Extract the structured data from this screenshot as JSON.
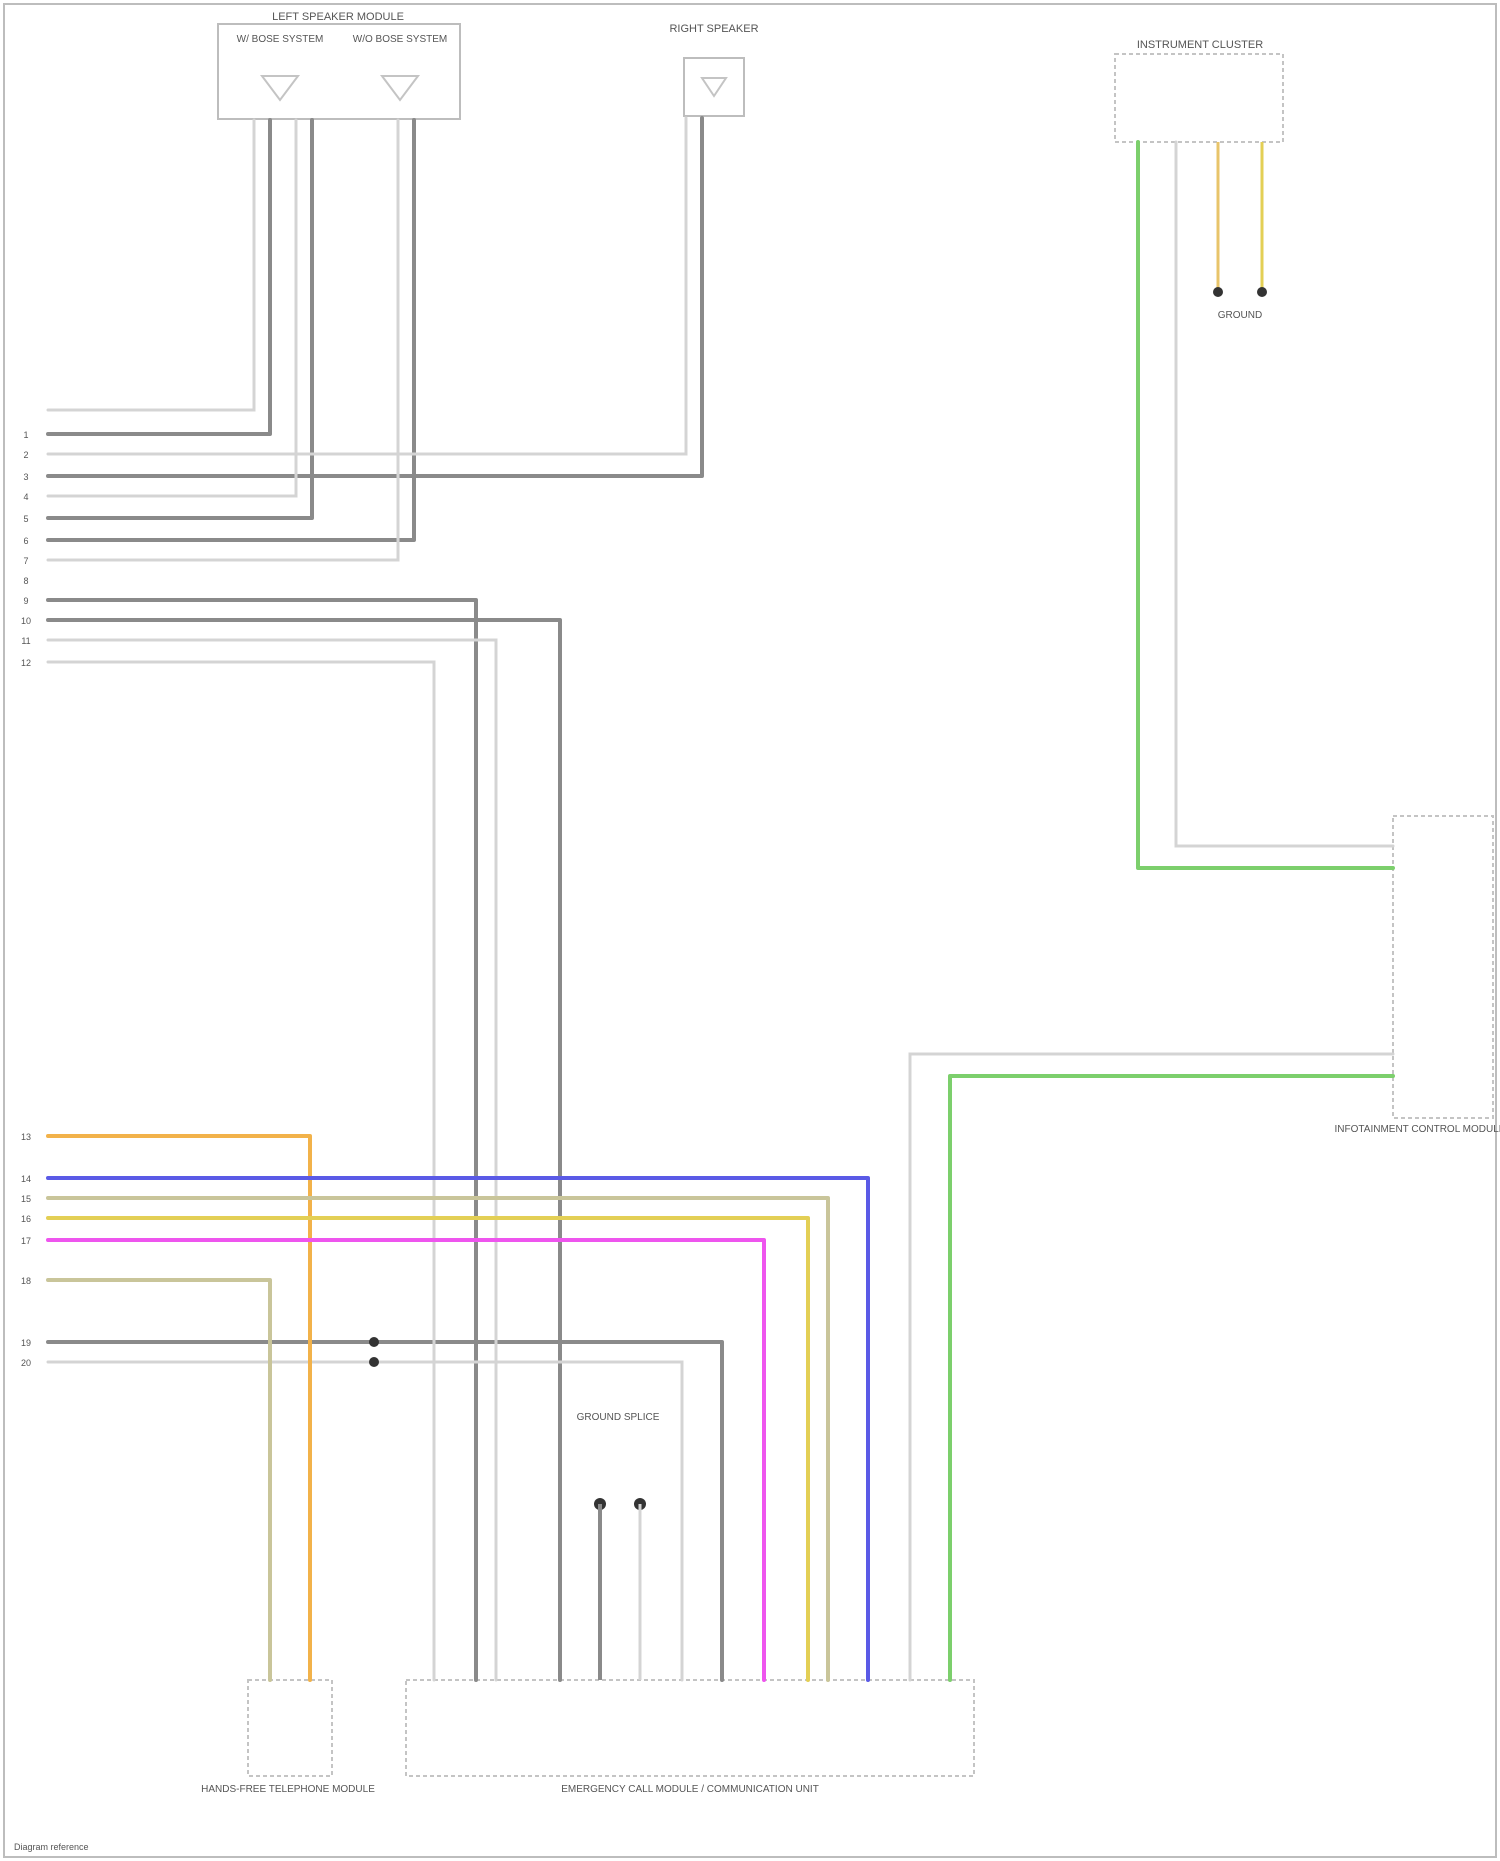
{
  "diagram": {
    "components": [
      {
        "id": "left_speakers",
        "label": "LEFT SPEAKER MODULE",
        "sub": [
          "W/ BOSE SYSTEM",
          "W/O BOSE SYSTEM"
        ]
      },
      {
        "id": "right_speaker",
        "label": "RIGHT SPEAKER",
        "sub": []
      },
      {
        "id": "instrument_cluster",
        "label": "INSTRUMENT CLUSTER",
        "sub": []
      },
      {
        "id": "ground_label",
        "label": "GROUND",
        "sub": []
      },
      {
        "id": "control_module_right",
        "label": "INFOTAINMENT CONTROL MODULE",
        "sub": []
      },
      {
        "id": "bottom_left_module",
        "label": "HANDS-FREE TELEPHONE MODULE",
        "sub": []
      },
      {
        "id": "bottom_main_module",
        "label": "EMERGENCY CALL MODULE / COMMUNICATION UNIT",
        "sub": []
      },
      {
        "id": "splice_label",
        "label": "GROUND SPLICE",
        "sub": []
      }
    ],
    "left_pin_numbers": [
      "1",
      "2",
      "3",
      "4",
      "5",
      "6",
      "7",
      "8",
      "9",
      "10",
      "11",
      "12"
    ],
    "left_lower_pin_numbers": [
      "13",
      "14",
      "15",
      "16",
      "17",
      "18",
      "19",
      "20"
    ],
    "footer": "Diagram reference"
  },
  "colors": {
    "gray": "#8a8a8a",
    "light_gray": "#cfcfcf",
    "green": "#7ccf6c",
    "orange": "#f2b24a",
    "blue": "#5a5ae6",
    "olive": "#c9c59a",
    "magenta": "#ee55ee",
    "yellow": "#e3cf55"
  }
}
